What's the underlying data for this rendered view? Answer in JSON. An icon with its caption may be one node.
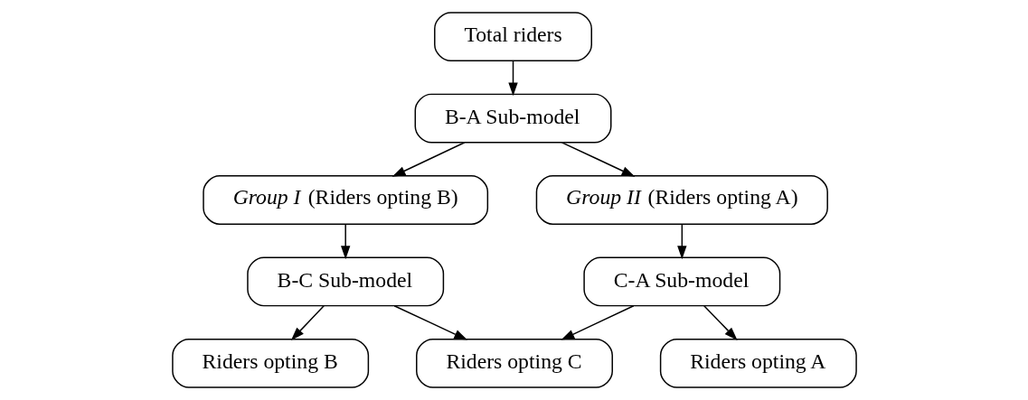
{
  "diagram": {
    "nodes": [
      {
        "text": [
          "Total riders"
        ]
      },
      {
        "text": [
          "B-A Sub-model"
        ]
      },
      {
        "text": [
          "*Group I* (Riders opting B)"
        ]
      },
      {
        "text": [
          "*Group II* (Riders opting A)"
        ]
      },
      {
        "text": [
          "B-C Sub-model"
        ]
      },
      {
        "text": [
          "C-A Sub-model"
        ]
      },
      {
        "text": [
          "Riders opting B"
        ]
      },
      {
        "text": [
          "Riders opting C"
        ]
      },
      {
        "text": [
          "Riders opting A"
        ]
      }
    ],
    "edges": [
      {
        "from": 0,
        "to": 1,
        "arrow": "to"
      },
      {
        "from": 1,
        "to": 2,
        "arrow": "to"
      },
      {
        "from": 1,
        "to": 3,
        "arrow": "to"
      },
      {
        "from": 2,
        "to": 4,
        "arrow": "to"
      },
      {
        "from": 3,
        "to": 5,
        "arrow": "to"
      },
      {
        "from": 4,
        "to": 6,
        "arrow": "to"
      },
      {
        "from": 4,
        "to": 7,
        "arrow": "to"
      },
      {
        "from": 5,
        "to": 7,
        "arrow": "to"
      },
      {
        "from": 5,
        "to": 8,
        "arrow": "to"
      }
    ]
  }
}
